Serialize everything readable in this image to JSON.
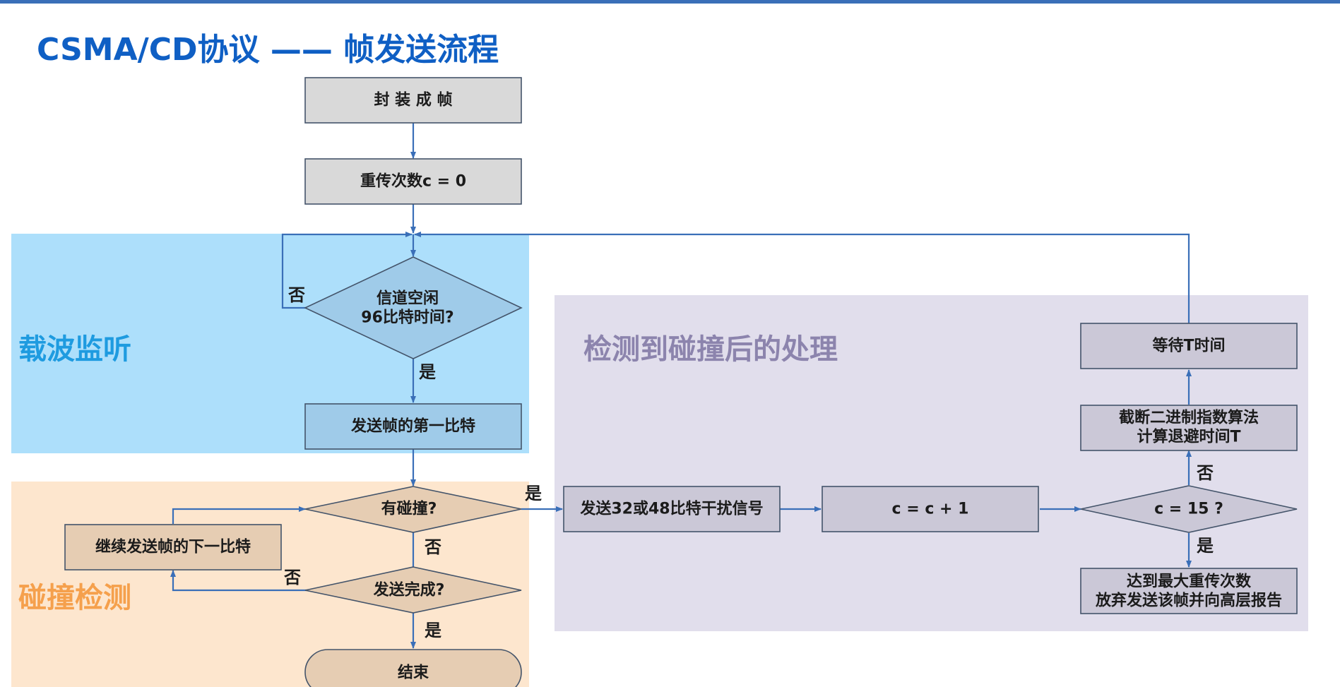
{
  "title": "CSMA/CD协议 —— 帧发送流程",
  "regions": {
    "carrier_sense": "载波监听",
    "collision_detect": "碰撞检测",
    "collision_handling": "检测到碰撞后的处理"
  },
  "nodes": {
    "encapsulate": "封 装 成 帧",
    "init_counter": "重传次数c = 0",
    "channel_idle": [
      "信道空闲",
      "96比特时间?"
    ],
    "send_first_bit": "发送帧的第一比特",
    "collision_q": "有碰撞?",
    "send_done_q": "发送完成?",
    "send_next_bit": "继续发送帧的下一比特",
    "end": "结束",
    "jam_signal": "发送32或48比特干扰信号",
    "increment": "c = c + 1",
    "retry_limit_q": "c = 15 ?",
    "backoff": [
      "截断二进制指数算法",
      "计算退避时间T"
    ],
    "wait": "等待T时间",
    "give_up": [
      "达到最大重传次数",
      "放弃发送该帧并向高层报告"
    ]
  },
  "edge_labels": {
    "yes": "是",
    "no": "否"
  },
  "colors": {
    "title": "#0f5fc4",
    "carrier_region": "#addffb",
    "carrier_label": "#1e9be0",
    "collision_region": "#fde6ce",
    "collision_label": "#f5a04c",
    "handling_region": "#e1deec",
    "handling_label": "#8c84ad",
    "arrow": "#3a6fb8",
    "gray_box": "#d9d9d9",
    "blue_box": "#9fcbe9",
    "tan_box": "#e6cdb3",
    "violet_box": "#cbc8d7",
    "box_stroke": "#44546a"
  }
}
